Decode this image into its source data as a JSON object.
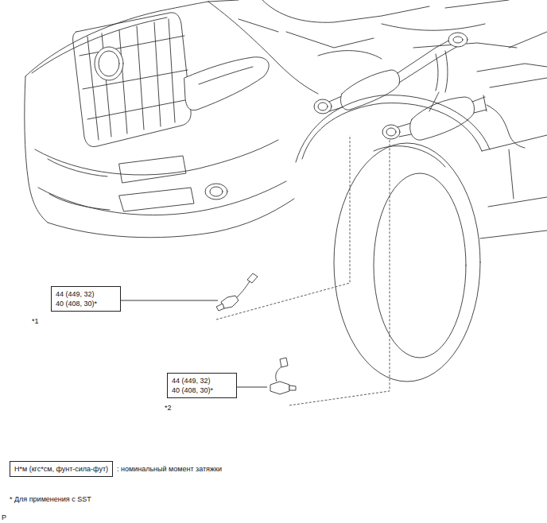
{
  "diagram": {
    "nodes": [
      {
        "text": [
          "44 (449, 32)",
          "40 (408, 30)*"
        ]
      },
      {
        "text": [
          "44 (449, 32)",
          "40 (408, 30)*"
        ]
      },
      {
        "text": [
          "Н*м (кгс*см, фунт-сила-фут)"
        ]
      }
    ],
    "labels": [
      "*1",
      "*2",
      ": номинальный момент затяжки",
      "* Для применения с SST",
      "P"
    ]
  }
}
